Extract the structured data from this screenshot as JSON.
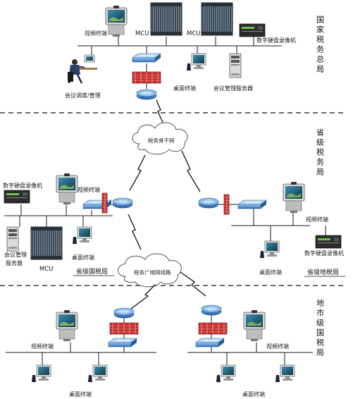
{
  "tiers": {
    "national": "国家税务总局",
    "provincial": "省级税务局",
    "municipal": "地市级国税局"
  },
  "labels": {
    "video_terminal": "视频终端",
    "mcu": "MCU",
    "dvr": "数字硬盘录像机",
    "dispatch": "会议调度/管理",
    "desktop_terminal": "桌面终端",
    "conf_server": "会议管理服务器",
    "backbone": "税务骨干网",
    "wan": "税务广域网线路",
    "prov_dvr": "数字硬盘录像机",
    "prov_video": "视频终端",
    "prov_mgmt_line1": "会议管理",
    "prov_mgmt_line2": "服务器",
    "prov_mcu": "MCU",
    "prov_desktop": "桌面终端",
    "prov_state_bureau": "省级国税局",
    "prov_local_video": "视频终端",
    "prov_local_dvr": "数字硬盘录像机",
    "prov_local_desktop": "桌面终端",
    "prov_local_bureau": "省级地税局",
    "city_left_video": "视频终端",
    "city_left_desktop": "桌面终端",
    "city_right_video": "视频终端",
    "city_right_desktop": "桌面终端"
  },
  "colors": {
    "line": "#1a1a1a",
    "divider": "#555555",
    "switch": "#3f7fc6",
    "router": "#3574c4",
    "firewall": "#c8302e",
    "mcu": "#4a5a6a",
    "screen": "#2a6f8a"
  },
  "icons": [
    "mcu-icon",
    "video-terminal-icon",
    "switch-icon",
    "router-icon",
    "firewall-icon",
    "desktop-terminal-icon",
    "server-icon",
    "dvr-icon",
    "operator-icon",
    "cloud-icon",
    "lightning-icon"
  ]
}
